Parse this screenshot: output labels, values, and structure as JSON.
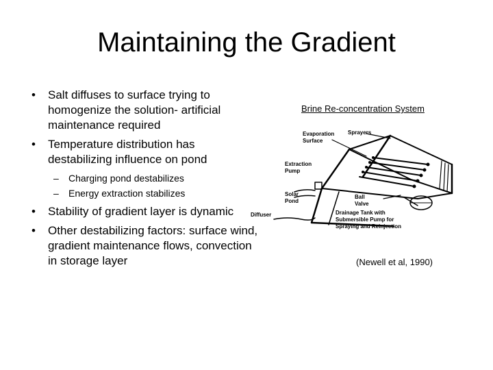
{
  "slide": {
    "title": "Maintaining the Gradient",
    "bullets": [
      {
        "text": "Salt diffuses to surface trying to homogenize the solution- artificial maintenance required",
        "sub": []
      },
      {
        "text": "Temperature distribution has destabilizing influence on pond",
        "sub": [
          "Charging pond destabilizes",
          "Energy extraction stabilizes"
        ]
      },
      {
        "text": "Stability of gradient layer is dynamic",
        "sub": []
      },
      {
        "text": "Other destabilizing factors: surface wind, gradient maintenance flows, convection in storage layer",
        "sub": []
      }
    ],
    "bullet_glyph": "•",
    "sub_glyph": "–",
    "figure": {
      "caption": "Brine Re-concentration System",
      "citation": "(Newell et al, 1990)",
      "labels": {
        "evaporation": "Evaporation",
        "surface": "Surface",
        "sprayers": "Sprayers",
        "extraction": "Extraction",
        "pump": "Pump",
        "solar": "Solar",
        "pond": "Pond",
        "ball": "Ball",
        "valve": "Valve",
        "diffuser": "Diffuser",
        "drain1": "Drainage Tank with",
        "drain2": "Submersible Pump for",
        "drain3": "Spraying and Reinjection"
      }
    }
  }
}
